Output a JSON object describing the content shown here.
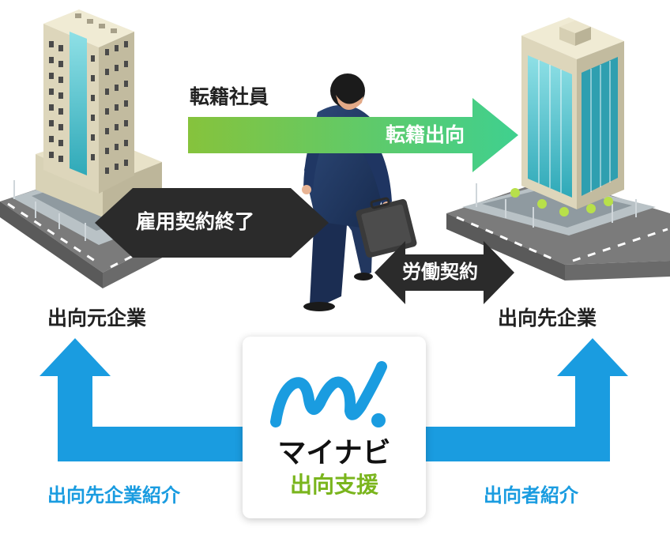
{
  "labels": {
    "transfer_employee": "転籍社員",
    "transfer_secondment": "転籍出向",
    "employment_end": "雇用契約終了",
    "labor_contract": "労働契約",
    "source_company": "出向元企業",
    "dest_company": "出向先企業",
    "dest_company_intro": "出向先企業紹介",
    "seconded_intro": "出向者紹介"
  },
  "logo": {
    "brand": "マイナビ",
    "service": "出向支援"
  },
  "colors": {
    "green_arrow_start": "#8bc63f",
    "green_arrow_end": "#3ecf8e",
    "dark_arrow": "#2b2b2b",
    "blue_arrow": "#1a9ce0",
    "service_green": "#7ab51d"
  }
}
